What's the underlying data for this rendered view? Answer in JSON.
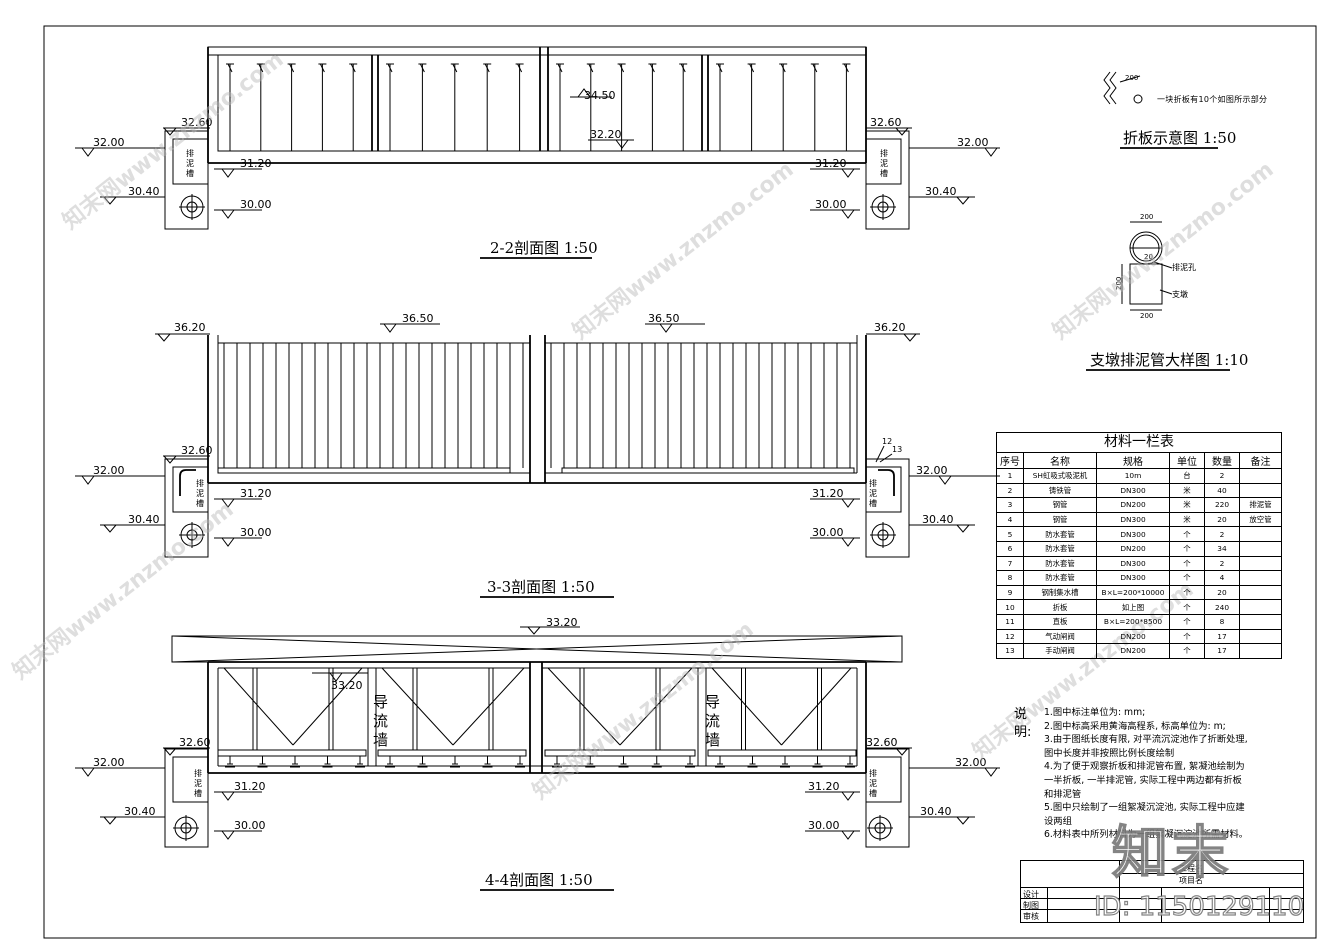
{
  "drawing": {
    "sections": [
      {
        "id": "2-2",
        "title": "2-2剖面图 1:50"
      },
      {
        "id": "3-3",
        "title": "3-3剖面图 1:50"
      },
      {
        "id": "4-4",
        "title": "4-4剖面图 1:50"
      }
    ],
    "elevations": {
      "e3200": "32.00",
      "e3260": "32.60",
      "e3120": "31.20",
      "e3040": "30.40",
      "e3000": "30.00",
      "e3450": "34.50",
      "e3220": "32.20",
      "e3620": "36.20",
      "e3650": "36.50",
      "e3320": "33.20"
    },
    "labels": {
      "sludge_trough": "排泥槽",
      "guide_wall": "导流墙"
    },
    "detail_baffle": {
      "title": "折板示意图 1:50",
      "note": "一块折板有10个如图所示部分",
      "dim": "200"
    },
    "detail_pipe": {
      "title": "支墩排泥管大样图 1:10",
      "dim_top": "200",
      "dim_bottom": "200",
      "dim_side": "200",
      "dim_inner": "20",
      "hole_label": "排泥孔",
      "support_label": "支墩"
    },
    "small_marks": {
      "m12": "12",
      "m13": "13"
    },
    "watermarks": [
      "知末网www.znzmo.com",
      "知末网www.znzmo.com",
      "知末网www.znzmo.com",
      "知末网www.znzmo.com",
      "知末网www.znzmo.com",
      "知末网www.znzmo.com"
    ],
    "logo_text": "知末",
    "id_text": "ID: 1150129110"
  },
  "materials": {
    "title": "材料一栏表",
    "headers": [
      "序号",
      "名称",
      "规格",
      "单位",
      "数量",
      "备注"
    ],
    "rows": [
      [
        "1",
        "SH虹吸式吸泥机",
        "10m",
        "台",
        "2",
        ""
      ],
      [
        "2",
        "铸铁管",
        "DN300",
        "米",
        "40",
        ""
      ],
      [
        "3",
        "钢管",
        "DN200",
        "米",
        "220",
        "排泥管"
      ],
      [
        "4",
        "钢管",
        "DN300",
        "米",
        "20",
        "放空管"
      ],
      [
        "5",
        "防水套管",
        "DN300",
        "个",
        "2",
        ""
      ],
      [
        "6",
        "防水套管",
        "DN200",
        "个",
        "34",
        ""
      ],
      [
        "7",
        "防水套管",
        "DN300",
        "个",
        "2",
        ""
      ],
      [
        "8",
        "防水套管",
        "DN300",
        "个",
        "4",
        ""
      ],
      [
        "9",
        "钢制集水槽",
        "B×L=200*10000",
        "个",
        "20",
        ""
      ],
      [
        "10",
        "折板",
        "如上图",
        "个",
        "240",
        ""
      ],
      [
        "11",
        "直板",
        "B×L=200*8500",
        "个",
        "8",
        ""
      ],
      [
        "12",
        "气动闸阀",
        "DN200",
        "个",
        "17",
        ""
      ],
      [
        "13",
        "手动闸阀",
        "DN200",
        "个",
        "17",
        ""
      ]
    ]
  },
  "notes": {
    "head": "说明:",
    "items": [
      "1.图中标注单位为: mm;",
      "2.图中标高采用黄海高程系, 标高单位为: m;",
      "3.由于图纸长度有限, 对平流沉淀池作了折断处理,",
      "图中长度并非按照比例长度绘制",
      "4.为了便于观察折板和排泥管布置, 絮凝池绘制为",
      "一半折板, 一半排泥管, 实际工程中两边都有折板",
      "和排泥管",
      "5.图中只绘制了一组絮凝沉淀池, 实际工程中应建",
      "设两组",
      "6.材料表中所列材料为一组絮凝沉淀池所需材料。"
    ]
  },
  "title_block": {
    "project": "工程名",
    "item": "项目名",
    "design": "设计",
    "draw": "制图",
    "review": "审核"
  }
}
